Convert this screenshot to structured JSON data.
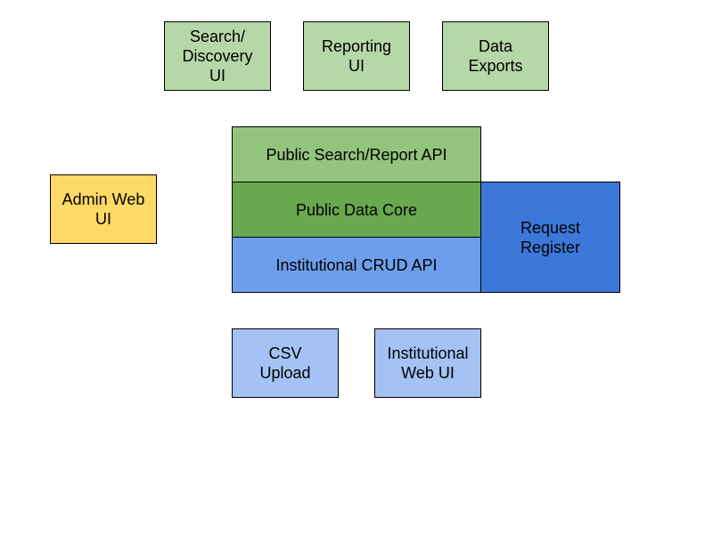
{
  "top_row": {
    "search_discovery": "Search/\nDiscovery\nUI",
    "reporting_ui": "Reporting\nUI",
    "data_exports": "Data\nExports"
  },
  "core_stack": {
    "public_api": "Public Search/Report API",
    "data_core": "Public Data Core",
    "crud_api": "Institutional CRUD API",
    "request_register": "Request\nRegister"
  },
  "side": {
    "admin_web_ui": "Admin Web\nUI"
  },
  "bottom_row": {
    "csv_upload": "CSV\nUpload",
    "institutional_web_ui": "Institutional\nWeb UI"
  },
  "colors": {
    "light_green": "#b6d7a8",
    "mid_green": "#93c47d",
    "dark_green": "#6aa84f",
    "light_blue": "#a4c2f4",
    "mid_blue": "#6d9eeb",
    "dark_blue": "#3c78d8",
    "yellow": "#ffd966"
  }
}
